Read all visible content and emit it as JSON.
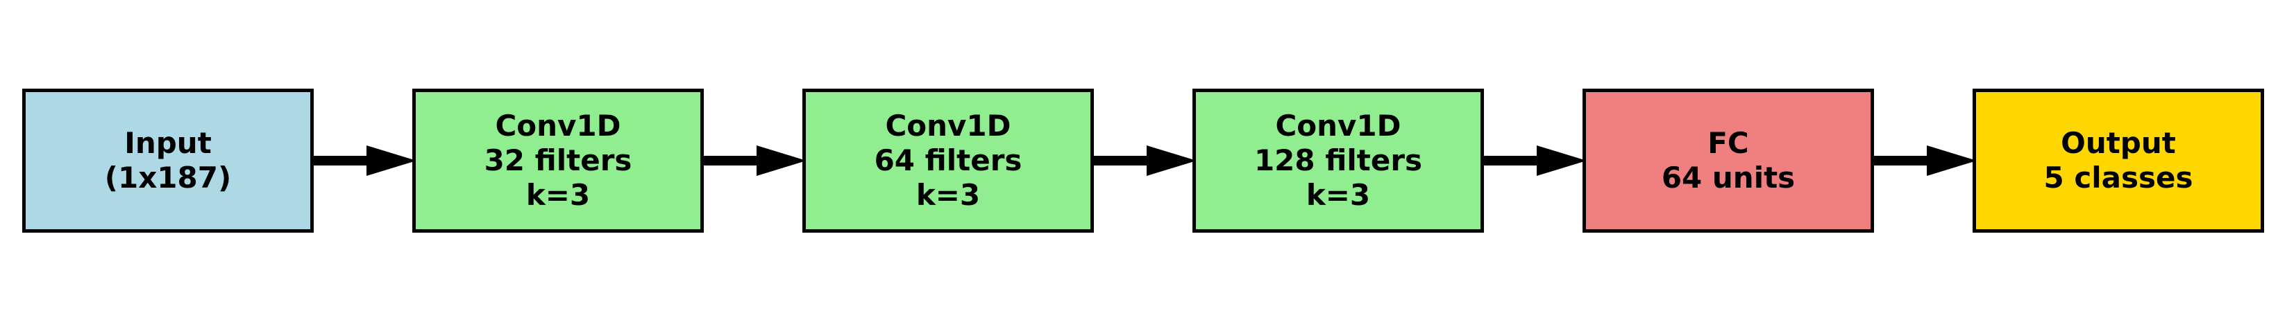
{
  "diagram": {
    "blocks": [
      {
        "lines": [
          "Input",
          "(1x187)"
        ],
        "color": "#add8e6"
      },
      {
        "lines": [
          "Conv1D",
          "32 filters",
          "k=3"
        ],
        "color": "#90ee90"
      },
      {
        "lines": [
          "Conv1D",
          "64 filters",
          "k=3"
        ],
        "color": "#90ee90"
      },
      {
        "lines": [
          "Conv1D",
          "128 filters",
          "k=3"
        ],
        "color": "#90ee90"
      },
      {
        "lines": [
          "FC",
          "64 units"
        ],
        "color": "#f08080"
      },
      {
        "lines": [
          "Output",
          "5 classes"
        ],
        "color": "#ffd700"
      }
    ],
    "arrow_color": "#000000"
  }
}
